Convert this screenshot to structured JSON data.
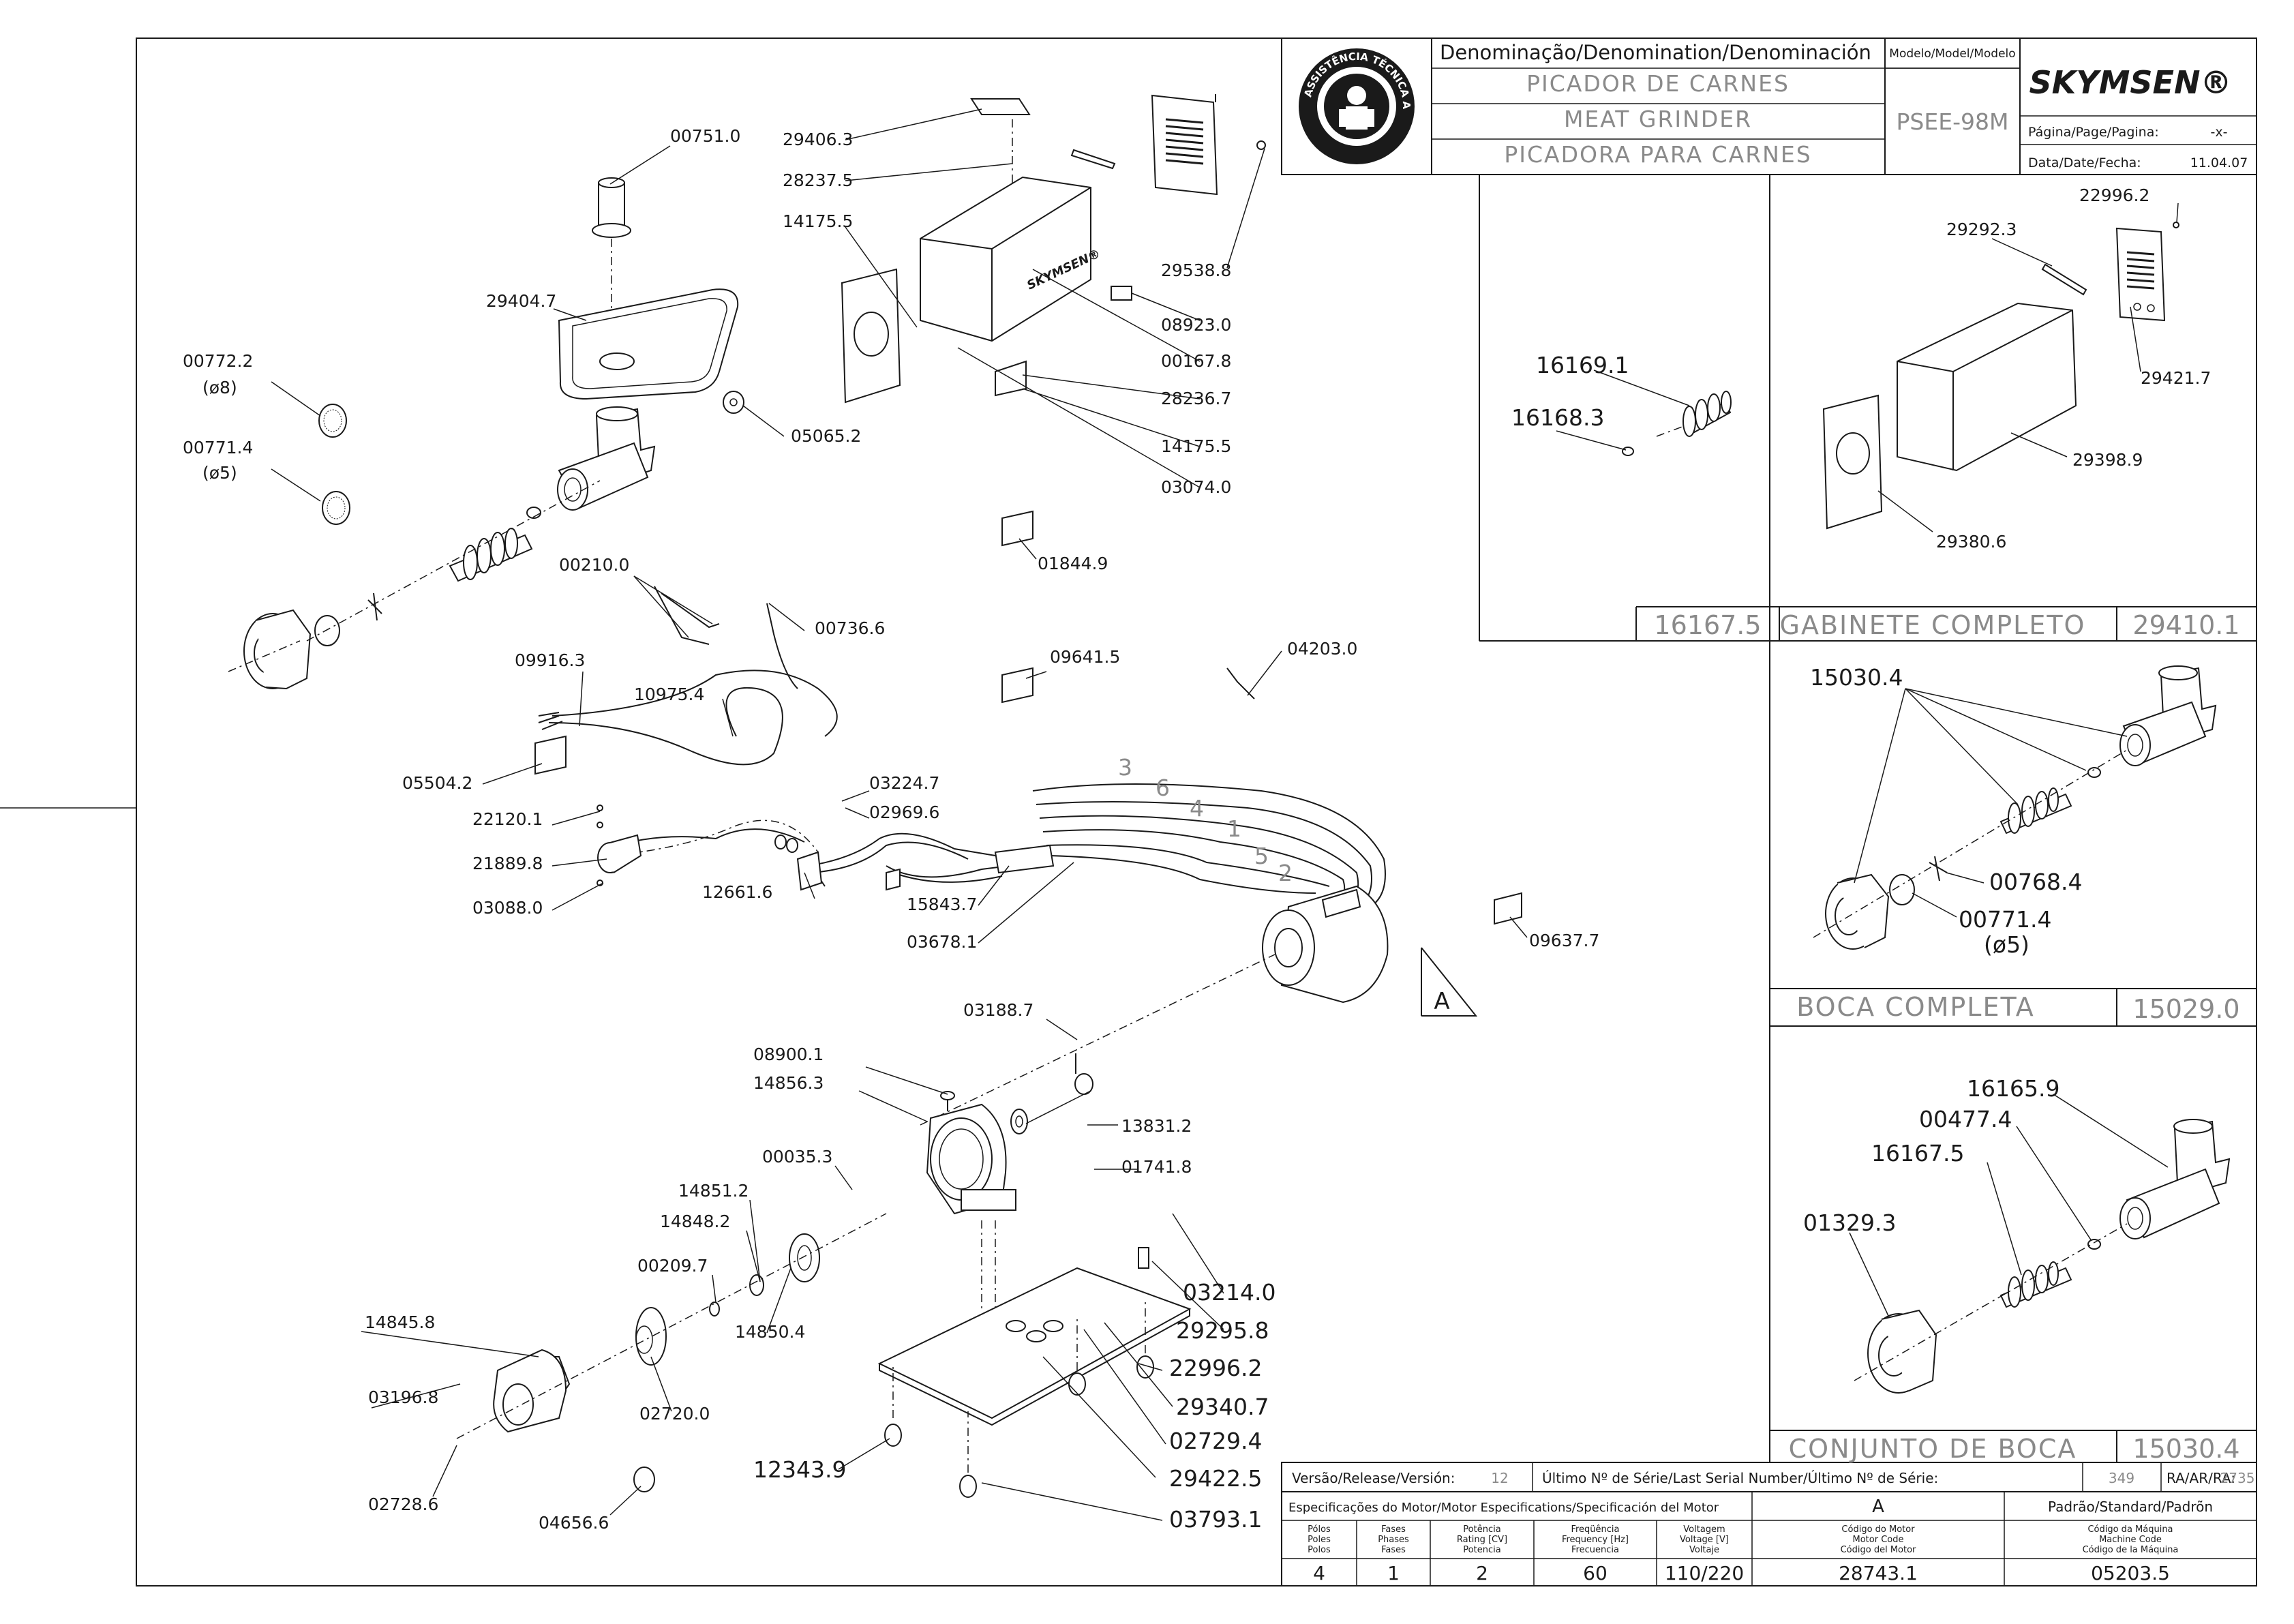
{
  "brand": "SKYMSEN®",
  "seal_text": "ASSISTÊNCIA TÉCNICA AUTORIZADA",
  "title_block": {
    "denomination_header": "Denominação/Denomination/Denominación",
    "name_pt": "PICADOR DE CARNES",
    "name_en": "MEAT GRINDER",
    "name_es": "PICADORA PARA CARNES",
    "model_header": "Modelo/Model/Modelo",
    "model": "PSEE-98M",
    "page_label": "Página/Page/Pagina:",
    "page_value": "-x-",
    "date_label": "Data/Date/Fecha:",
    "date_value": "11.04.07"
  },
  "bottom_block": {
    "release_label": "Versão/Release/Versión:",
    "release_value": "12",
    "serial_label": "Último Nº de Série/Last Serial Number/Último Nº de Série:",
    "serial_value": "349",
    "ra_label": "RA/AR/RA:",
    "ra_value": "2735",
    "motor_spec_label": "Especificações do Motor/Motor Especifications/Specificación del Motor",
    "standard_value": "A",
    "standard_label": "Padrão/Standard/Padrõn",
    "col_poles": [
      "Pólos",
      "Poles",
      "Polos"
    ],
    "col_phases": [
      "Fases",
      "Phases",
      "Fases"
    ],
    "col_power": [
      "Potência",
      "Rating [CV]",
      "Potencia"
    ],
    "col_freq": [
      "Freqüência",
      "Frequency [Hz]",
      "Frecuencia"
    ],
    "col_volt": [
      "Voltagem",
      "Voltage [V]",
      "Voltaje"
    ],
    "col_motor_code": [
      "Código do Motor",
      "Motor Code",
      "Código del Motor"
    ],
    "col_machine_code": [
      "Código da Máquina",
      "Machine Code",
      "Código de la Máquina"
    ],
    "poles": "4",
    "phases": "1",
    "power": "2",
    "frequency": "60",
    "voltage": "110/220",
    "motor_code": "28743.1",
    "machine_code": "05203.5"
  },
  "sub_assemblies": {
    "cabinet": {
      "ref": "16167.5",
      "name": "GABINETE COMPLETO",
      "code": "29410.1"
    },
    "mouth": {
      "name": "BOCA COMPLETA",
      "code": "15029.0"
    },
    "mouth_set": {
      "name": "CONJUNTO DE BOCA",
      "code": "15030.4"
    }
  },
  "marker_A": "A",
  "parts": {
    "p00751_0": "00751.0",
    "p29404_7": "29404.7",
    "p00772_2": "00772.2",
    "d8": "(ø8)",
    "p00771_4": "00771.4",
    "d5": "(ø5)",
    "p05065_2": "05065.2",
    "p29406_3": "29406.3",
    "p28237_5": "28237.5",
    "p14175_5a": "14175.5",
    "p29538_8": "29538.8",
    "p08923_0": "08923.0",
    "p00167_8": "00167.8",
    "p28236_7": "28236.7",
    "p14175_5b": "14175.5",
    "p03074_0": "03074.0",
    "p01844_9": "01844.9",
    "p09641_5": "09641.5",
    "p04203_0": "04203.0",
    "p00210_0": "00210.0",
    "p00736_6": "00736.6",
    "p09916_3": "09916.3",
    "p10975_4": "10975.4",
    "p05504_2": "05504.2",
    "p22120_1": "22120.1",
    "p21889_8": "21889.8",
    "p03088_0": "03088.0",
    "p12661_6": "12661.6",
    "p03224_7": "03224.7",
    "p02969_6": "02969.6",
    "p15843_7": "15843.7",
    "p03678_1": "03678.1",
    "p09637_7": "09637.7",
    "w3": "3",
    "w6": "6",
    "w4": "4",
    "w1": "1",
    "w5": "5",
    "w2": "2",
    "p03188_7": "03188.7",
    "p08900_1": "08900.1",
    "p14856_3": "14856.3",
    "p13831_2": "13831.2",
    "p01741_8": "01741.8",
    "p00035_3": "00035.3",
    "p14851_2": "14851.2",
    "p14848_2": "14848.2",
    "p00209_7": "00209.7",
    "p14850_4": "14850.4",
    "p14845_8": "14845.8",
    "p03196_8": "03196.8",
    "p02720_0": "02720.0",
    "p02728_6": "02728.6",
    "p04656_6": "04656.6",
    "p12343_9": "12343.9",
    "p03214_0": "03214.0",
    "p29295_8": "29295.8",
    "p22996_2": "22996.2",
    "p29340_7": "29340.7",
    "p02729_4": "02729.4",
    "p29422_5": "29422.5",
    "p03793_1": "03793.1",
    "c16169_1": "16169.1",
    "c16168_3": "16168.3",
    "c22996_2": "22996.2",
    "c29292_3": "29292.3",
    "c29421_7": "29421.7",
    "c29398_9": "29398.9",
    "c29380_6": "29380.6",
    "m15030_4": "15030.4",
    "m00768_4": "00768.4",
    "m00771_4": "00771.4",
    "m_d5": "(ø5)",
    "s16165_9": "16165.9",
    "s00477_4": "00477.4",
    "s16167_5": "16167.5",
    "s01329_3": "01329.3"
  }
}
